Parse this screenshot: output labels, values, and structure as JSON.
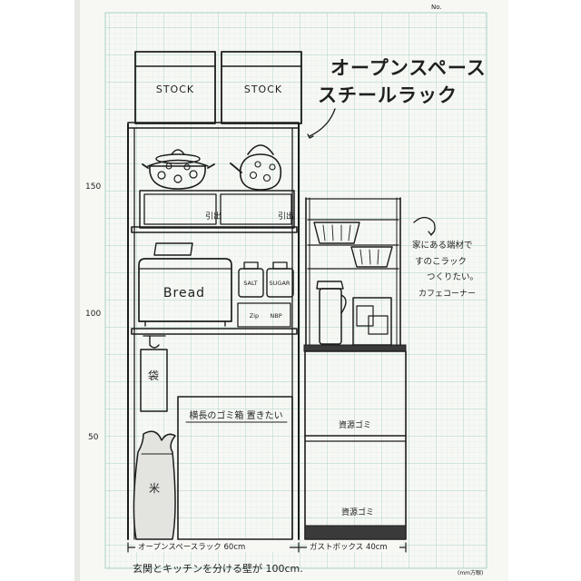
{
  "title_line1": "オープンスペース",
  "title_line2": "スチールラック",
  "stock_labels": [
    "STOCK",
    "STOCK"
  ],
  "drawer_labels": [
    "引出",
    "引出"
  ],
  "bread_label": "Bread",
  "canister_labels": [
    "SALT",
    "SUGAR"
  ],
  "small_box_labels": [
    "Zip",
    "NBP"
  ],
  "bag_label": "袋",
  "trash_note": "横長のゴミ箱 置きたい",
  "rice_label": "米",
  "resource_labels": [
    "資源ゴミ",
    "資源ゴミ"
  ],
  "note_lines": [
    "家にある端材で",
    "すのこラック",
    "つくりたい。"
  ],
  "cafe_label": "カフェコーナー",
  "dimension_left": "オープンスペースラック 60cm",
  "dimension_right": "ガストボックス 40cm",
  "bottom_note": "玄関とキッチンを分ける壁が 100cm.",
  "grid_scale_labels": [
    "150",
    "100",
    "50"
  ],
  "top_label": "No.",
  "bottom_right_label": "(mm方眼)",
  "colors": {
    "paper": "#f7f8f4",
    "grid_fine": "#cfe3df",
    "grid_major": "#a9cfc8",
    "ink": "#1c1c1c",
    "shadow": "#d9d9d6"
  }
}
